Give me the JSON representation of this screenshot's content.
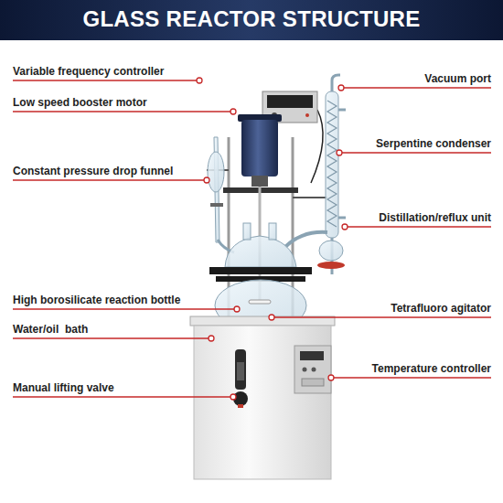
{
  "diagram": {
    "title": "GLASS REACTOR STRUCTURE",
    "labels": [
      "Variable frequency controller",
      "Low speed booster motor",
      "Constant pressure drop funnel",
      "High borosilicate reaction bottle",
      "Water/oil  bath",
      "Manual lifting valve",
      "Vacuum port",
      "Serpentine condenser",
      "Distillation/reflux unit",
      "Tetrafluoro agitator",
      "Temperature controller"
    ]
  }
}
